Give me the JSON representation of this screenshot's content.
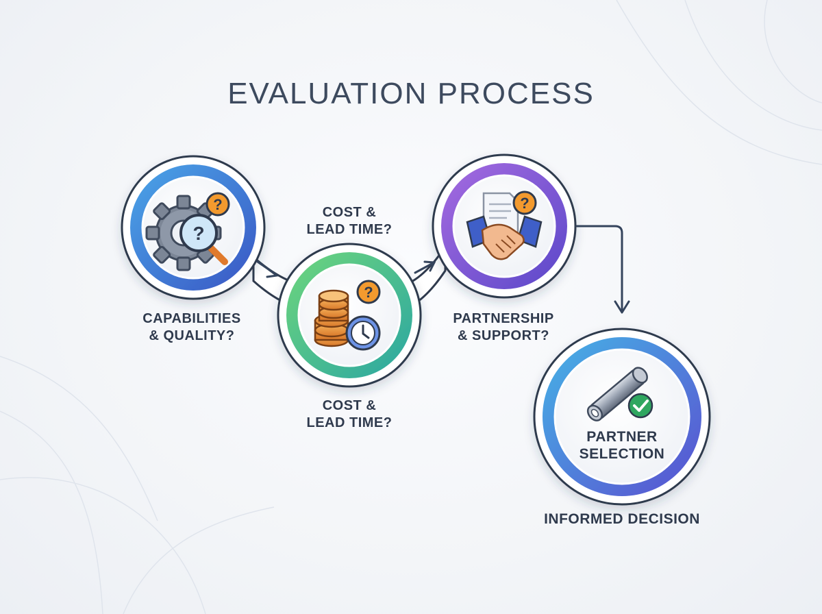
{
  "title": "EVALUATION PROCESS",
  "steps": [
    {
      "label": "CAPABILITIES\n& QUALITY?",
      "icon": "gear-magnifier-question-icon",
      "ring_color": "#3f7fd6"
    },
    {
      "label_top": "COST &\nLEAD TIME?",
      "label_bottom": "COST &\nLEAD TIME?",
      "icon": "coins-clock-question-icon",
      "ring_color": "#4cbf7a"
    },
    {
      "label": "PARTNERSHIP\n& SUPPORT?",
      "icon": "handshake-document-question-icon",
      "ring_color": "#8b55d6"
    }
  ],
  "final": {
    "label": "PARTNER\nSELECTION",
    "caption": "INFORMED DECISION",
    "icon": "pipe-checkmark-icon",
    "ring_color": "#4b73d9"
  },
  "colors": {
    "text": "#2f3a4d",
    "arrow": "#34445c",
    "question_badge": "#f39a2e",
    "check_badge": "#2fa760"
  }
}
